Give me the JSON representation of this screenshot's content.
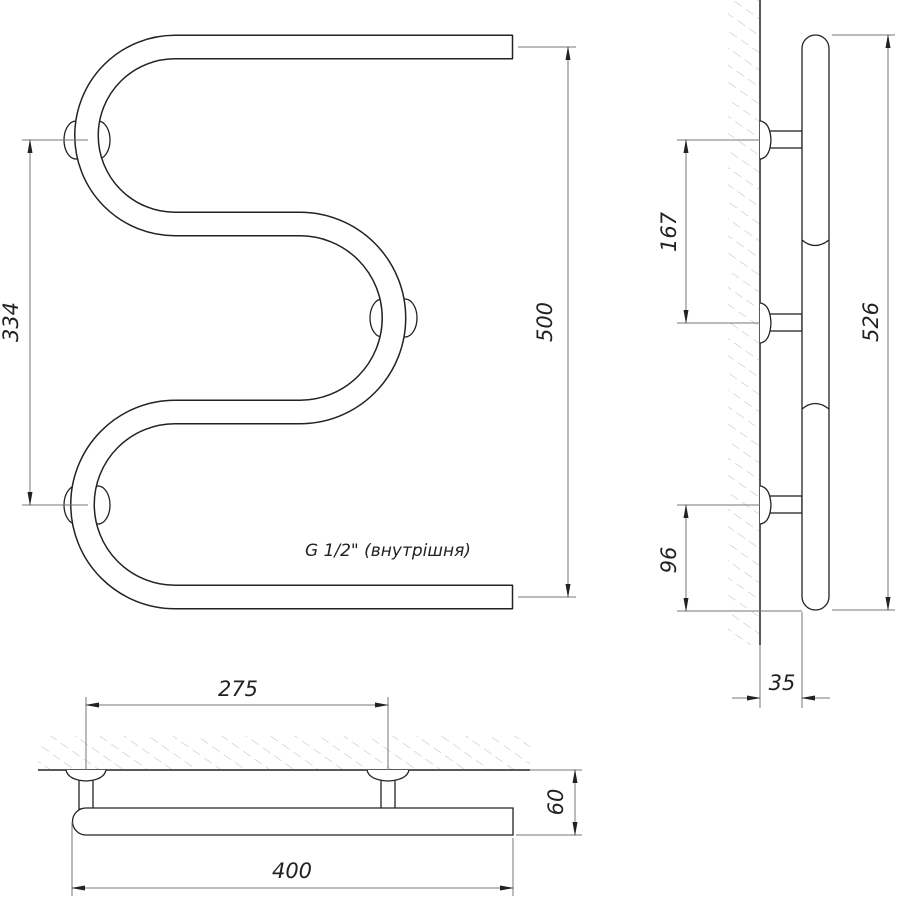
{
  "front_view": {
    "dim_mount_spacing": "334",
    "dim_height": "500",
    "thread_note": "G 1/2\" (внутрішня)"
  },
  "side_view": {
    "dim_upper_spacing": "167",
    "dim_bottom_offset": "96",
    "dim_total_height": "526",
    "dim_wall_offset": "35"
  },
  "top_view": {
    "dim_mount_width": "275",
    "dim_total_width": "400",
    "dim_depth": "60"
  }
}
